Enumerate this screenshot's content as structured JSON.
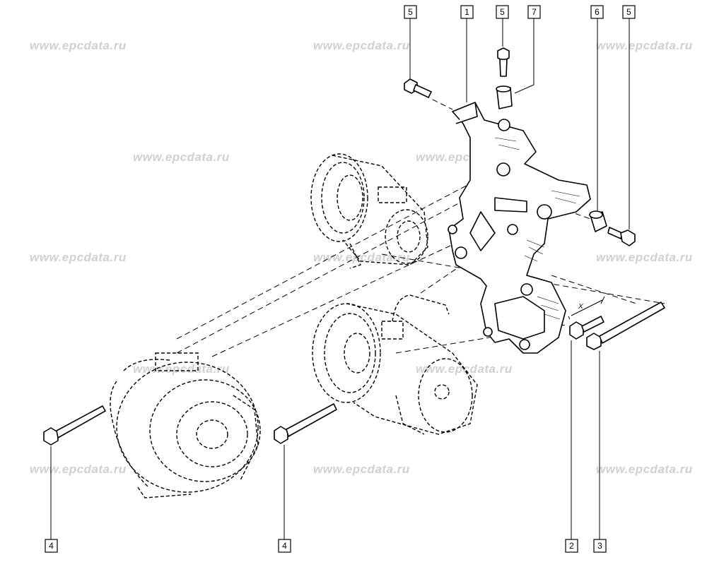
{
  "watermark": "www.epcdata.ru",
  "dimension_label": "X",
  "callouts": [
    {
      "id": "c1",
      "label": "5"
    },
    {
      "id": "c2",
      "label": "1"
    },
    {
      "id": "c3",
      "label": "5"
    },
    {
      "id": "c4",
      "label": "7"
    },
    {
      "id": "c5",
      "label": "6"
    },
    {
      "id": "c6",
      "label": "5"
    },
    {
      "id": "c7",
      "label": "4"
    },
    {
      "id": "c8",
      "label": "4"
    },
    {
      "id": "c9",
      "label": "2"
    },
    {
      "id": "c10",
      "label": "3"
    }
  ]
}
